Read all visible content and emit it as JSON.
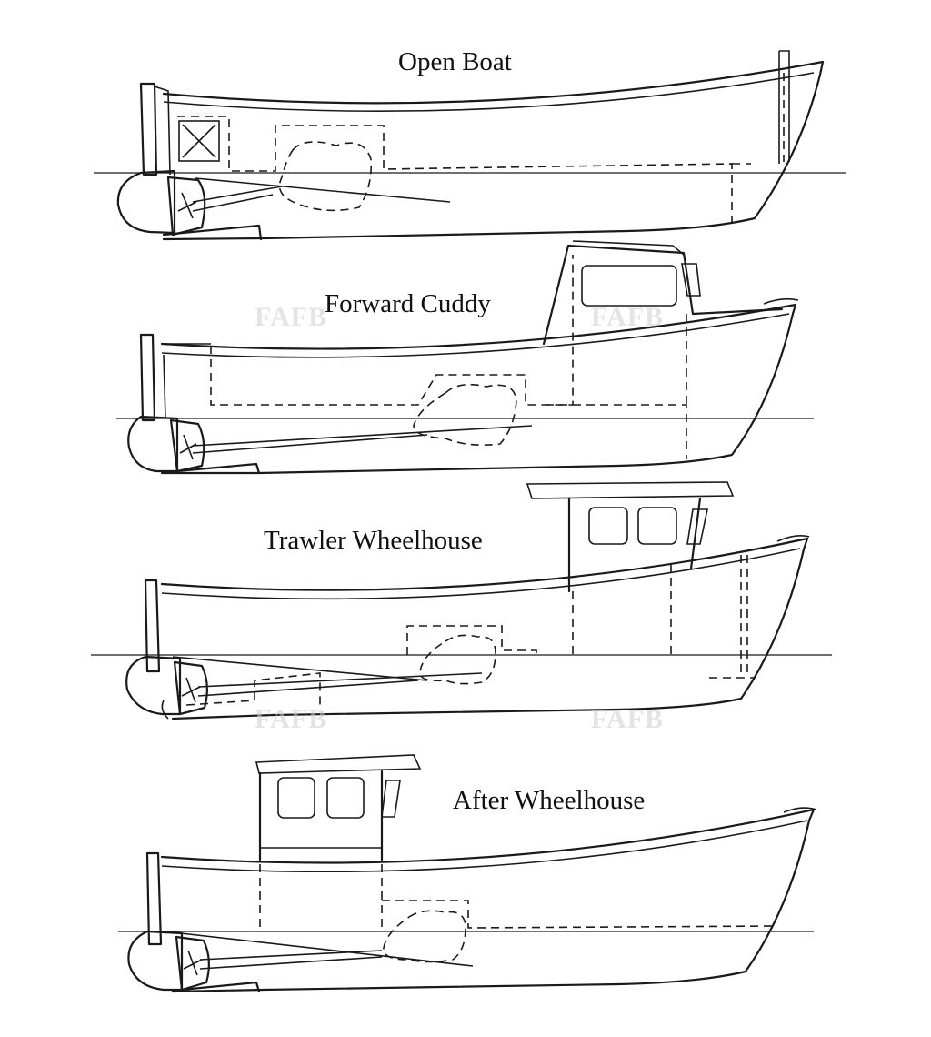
{
  "labels": {
    "open_boat": "Open Boat",
    "forward_cuddy": "Forward Cuddy",
    "trawler_wheelhouse": "Trawler Wheelhouse",
    "after_wheelhouse": "After Wheelhouse"
  },
  "watermark": "FAFB",
  "colors": {
    "line": "#1a1a1a",
    "background": "#ffffff",
    "watermark": "#cdcdcd"
  }
}
